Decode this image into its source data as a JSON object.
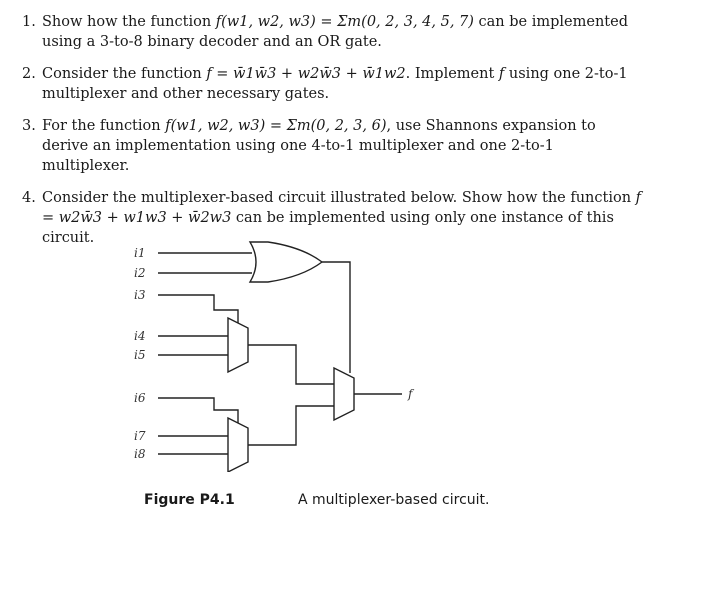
{
  "problems": [
    {
      "number": "1.",
      "parts": [
        "Show how the function ",
        "f(w1, w2, w3) = Σm(0, 2, 3, 4, 5, 7)",
        " can be implemented using a 3-to-8 binary decoder and an OR gate."
      ]
    },
    {
      "number": "2.",
      "parts": [
        "Consider the function ",
        "f = w̄1w̄3 + w2w̄3 + w̄1w2",
        ". Implement ",
        "f",
        " using one 2-to-1 multiplexer and other necessary gates."
      ]
    },
    {
      "number": "3.",
      "parts": [
        "For the function ",
        "f(w1, w2, w3) = Σm(0, 2, 3, 6)",
        ", use Shannons expansion to derive an implementation using one 4-to-1 multiplexer and one 2-to-1 multiplexer."
      ]
    },
    {
      "number": "4.",
      "parts": [
        "Consider the multiplexer-based circuit illustrated below. Show how the function ",
        "f = w2w̄3 + w1w3 + w̄2w3",
        " can be implemented using only one instance of this circuit."
      ]
    }
  ],
  "figure": {
    "label": "Figure P4.1",
    "caption": "A multiplexer-based circuit.",
    "inputs": [
      "i1",
      "i2",
      "i3",
      "i4",
      "i5",
      "i6",
      "i7",
      "i8"
    ],
    "output": "f"
  }
}
